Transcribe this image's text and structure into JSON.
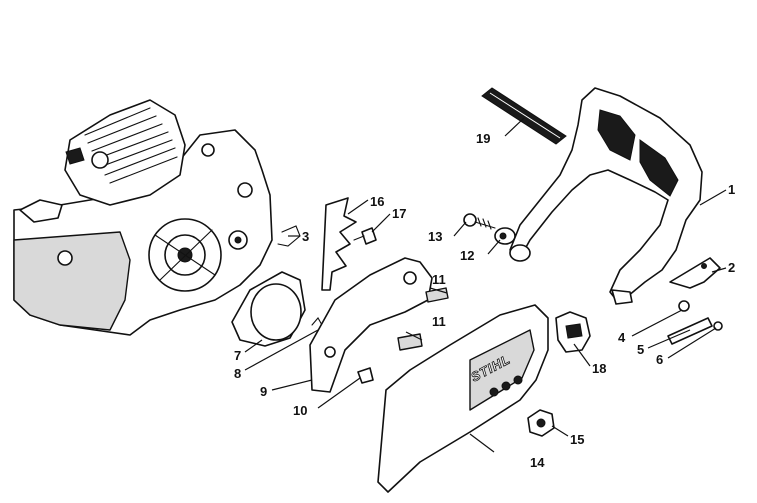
{
  "diagram": {
    "brand_mark": "STIHL",
    "callouts": [
      {
        "id": "1",
        "label": "1"
      },
      {
        "id": "2",
        "label": "2"
      },
      {
        "id": "3",
        "label": "3"
      },
      {
        "id": "4",
        "label": "4"
      },
      {
        "id": "5",
        "label": "5"
      },
      {
        "id": "6",
        "label": "6"
      },
      {
        "id": "7",
        "label": "7"
      },
      {
        "id": "8",
        "label": "8"
      },
      {
        "id": "9",
        "label": "9"
      },
      {
        "id": "10",
        "label": "10"
      },
      {
        "id": "11a",
        "label": "11"
      },
      {
        "id": "11b",
        "label": "11"
      },
      {
        "id": "12",
        "label": "12"
      },
      {
        "id": "13",
        "label": "13"
      },
      {
        "id": "14",
        "label": "14"
      },
      {
        "id": "15",
        "label": "15"
      },
      {
        "id": "16",
        "label": "16"
      },
      {
        "id": "17",
        "label": "17"
      },
      {
        "id": "18",
        "label": "18"
      },
      {
        "id": "19",
        "label": "19"
      }
    ]
  }
}
